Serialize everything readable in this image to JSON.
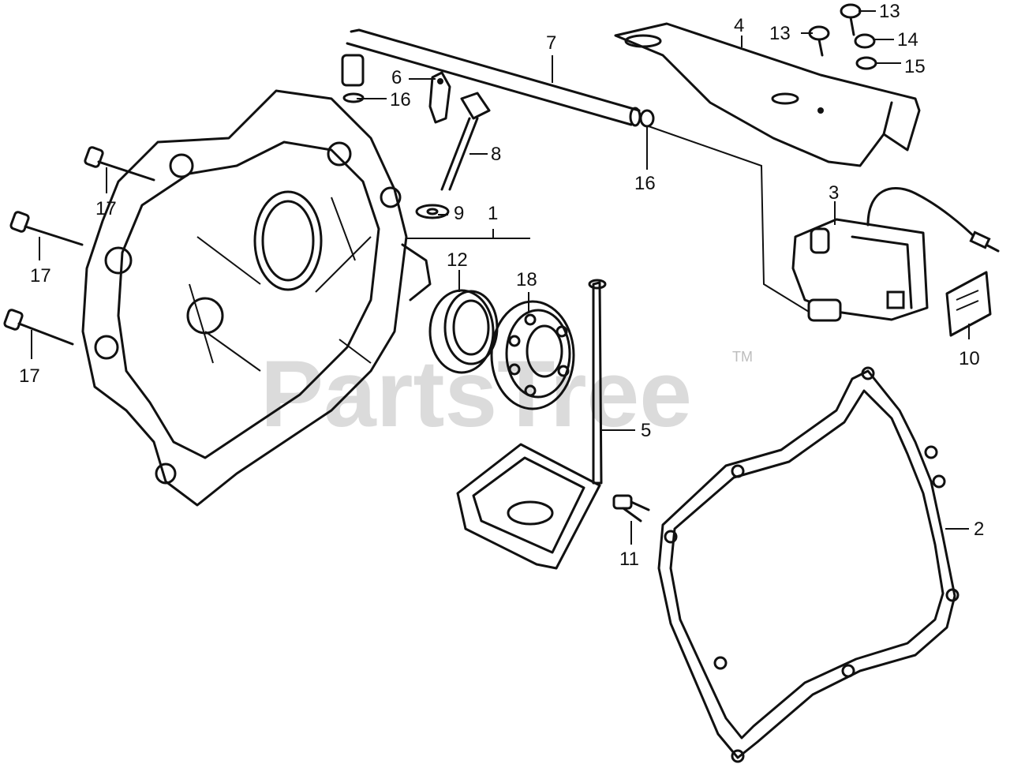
{
  "watermark": {
    "text": "PartsTree",
    "trademark": "TM"
  },
  "callouts": {
    "c1": "1",
    "c2": "2",
    "c3": "3",
    "c4": "4",
    "c5": "5",
    "c6": "6",
    "c7": "7",
    "c8": "8",
    "c9": "9",
    "c10": "10",
    "c11": "11",
    "c12": "12",
    "c13a": "13",
    "c13b": "13",
    "c14": "14",
    "c15": "15",
    "c16a": "16",
    "c16b": "16",
    "c17a": "17",
    "c17b": "17",
    "c17c": "17",
    "c18": "18"
  }
}
